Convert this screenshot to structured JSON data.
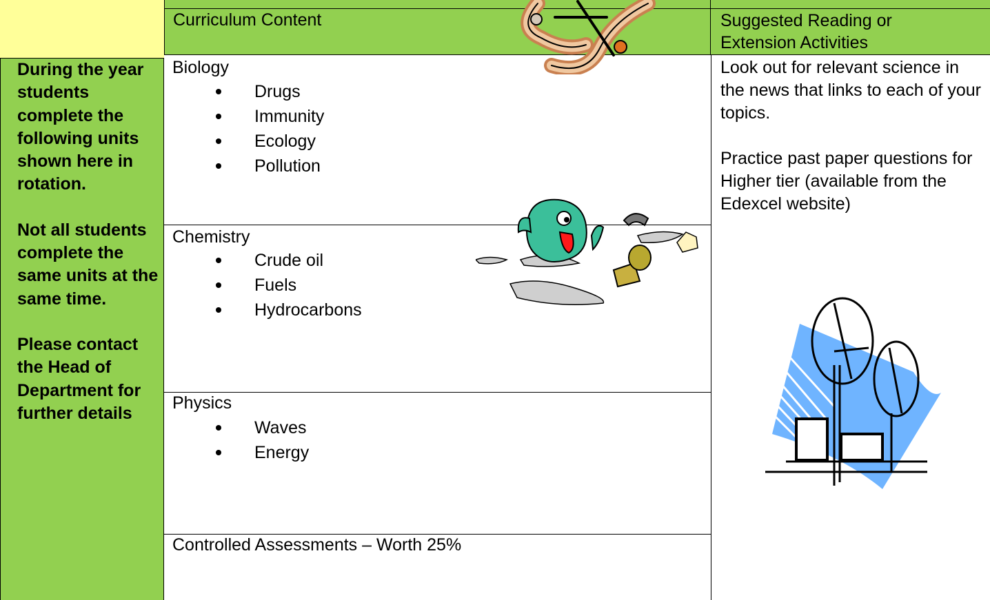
{
  "header": {
    "curriculum_label": "Curriculum Content",
    "reading_label": "Suggested Reading or Extension Activities"
  },
  "sidebar": {
    "paragraphs": [
      "During the year students complete the following units shown here in rotation.",
      "Not all students complete the same units at the same time.",
      "Please contact the Head of Department for further details"
    ]
  },
  "sections": [
    {
      "title": "Biology",
      "items": [
        "Drugs",
        "Immunity",
        "Ecology",
        "Pollution"
      ]
    },
    {
      "title": "Chemistry",
      "items": [
        "Crude oil",
        "Fuels",
        "Hydrocarbons"
      ]
    },
    {
      "title": "Physics",
      "items": [
        "Waves",
        "Energy"
      ]
    },
    {
      "title": "Controlled Assessments – Worth 25%",
      "items": []
    }
  ],
  "extension": {
    "paragraphs": [
      "Look out for relevant science in the news that links to each of your topics.",
      "Practice past paper questions for Higher tier (available from the Edexcel website)"
    ]
  },
  "icons": [
    "atom-clipart-icon",
    "polluted-fish-clipart-icon",
    "factory-windmill-clipart-icon"
  ],
  "colors": {
    "green": "#92d050",
    "yellow": "#ffff99",
    "sky": "#6fb4ff",
    "fish": "#3bbf9a",
    "tongue": "#ff1a1a",
    "atom": "#e8a36a"
  }
}
